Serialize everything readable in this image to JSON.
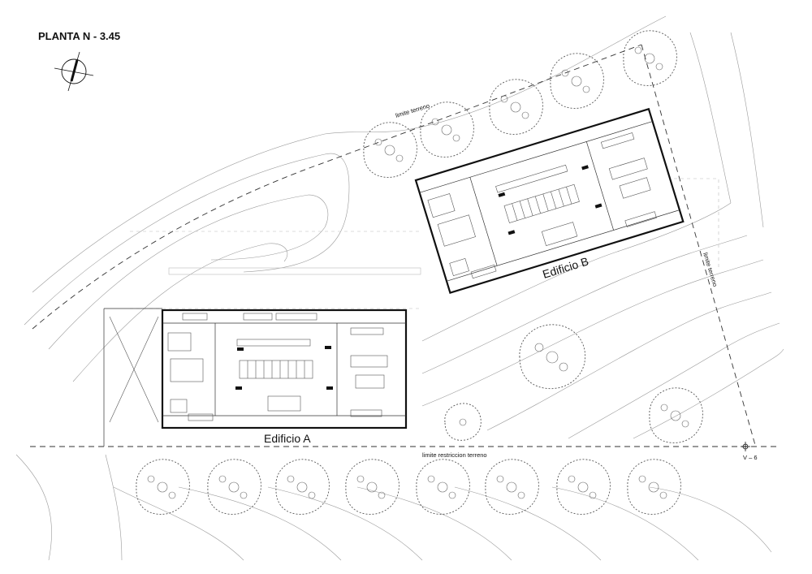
{
  "drawing": {
    "title": "PLANTA N  - 3.45",
    "buildings": {
      "a": "Edificio A",
      "b": "Edificio B"
    },
    "annotations": {
      "limite_terreno_top": "limite terreno",
      "limite_terreno_right": "limite terreno",
      "limite_restriccion": "limite restriccion terreno",
      "section_marker": "V – 6"
    },
    "icons": [
      "north-arrow-icon",
      "section-marker-icon",
      "tree-icon"
    ],
    "colors": {
      "ink": "#111111",
      "contour": "#9a9a9a",
      "paper": "#ffffff"
    }
  }
}
